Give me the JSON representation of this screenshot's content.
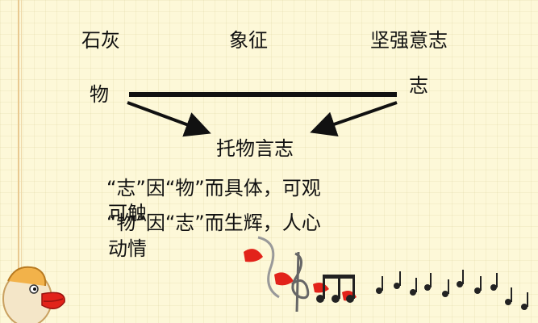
{
  "labels": {
    "top_left": "石灰",
    "top_mid": "象征",
    "top_right": "坚强意志",
    "mid_left": "物",
    "mid_right": "志",
    "center": "托物言志"
  },
  "statements": {
    "line1": "“志”因“物”而具体，可观",
    "line1_wrap": "可触",
    "line2": "“物”因“志”而生辉，人心",
    "line2_wrap": "动情"
  },
  "colors": {
    "paper": "#fdf8d8",
    "line": "#111111",
    "accent_red": "#e2231a"
  },
  "icons": [
    "duck-icon",
    "music-notes-icon",
    "treble-clef-icon"
  ]
}
